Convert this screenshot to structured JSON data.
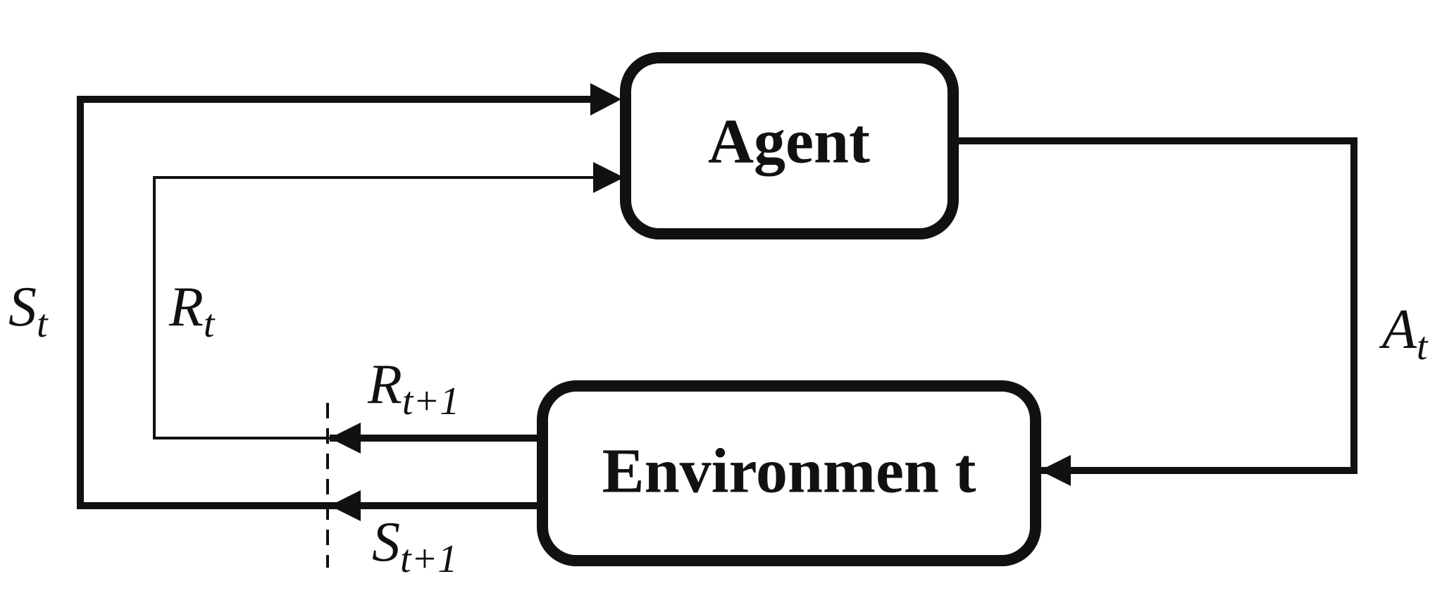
{
  "diagram": {
    "agent_label": "Agent",
    "environment_label": "Environmen t",
    "signals": {
      "state_t": {
        "base": "S",
        "sub": "t"
      },
      "reward_t": {
        "base": "R",
        "sub": "t"
      },
      "action_t": {
        "base": "A",
        "sub": "t"
      },
      "reward_next": {
        "base": "R",
        "sub": "t+1"
      },
      "state_next": {
        "base": "S",
        "sub": "t+1"
      }
    },
    "colors": {
      "line": "#111111",
      "box_fill": "#ffffff",
      "background": "#ffffff"
    }
  }
}
